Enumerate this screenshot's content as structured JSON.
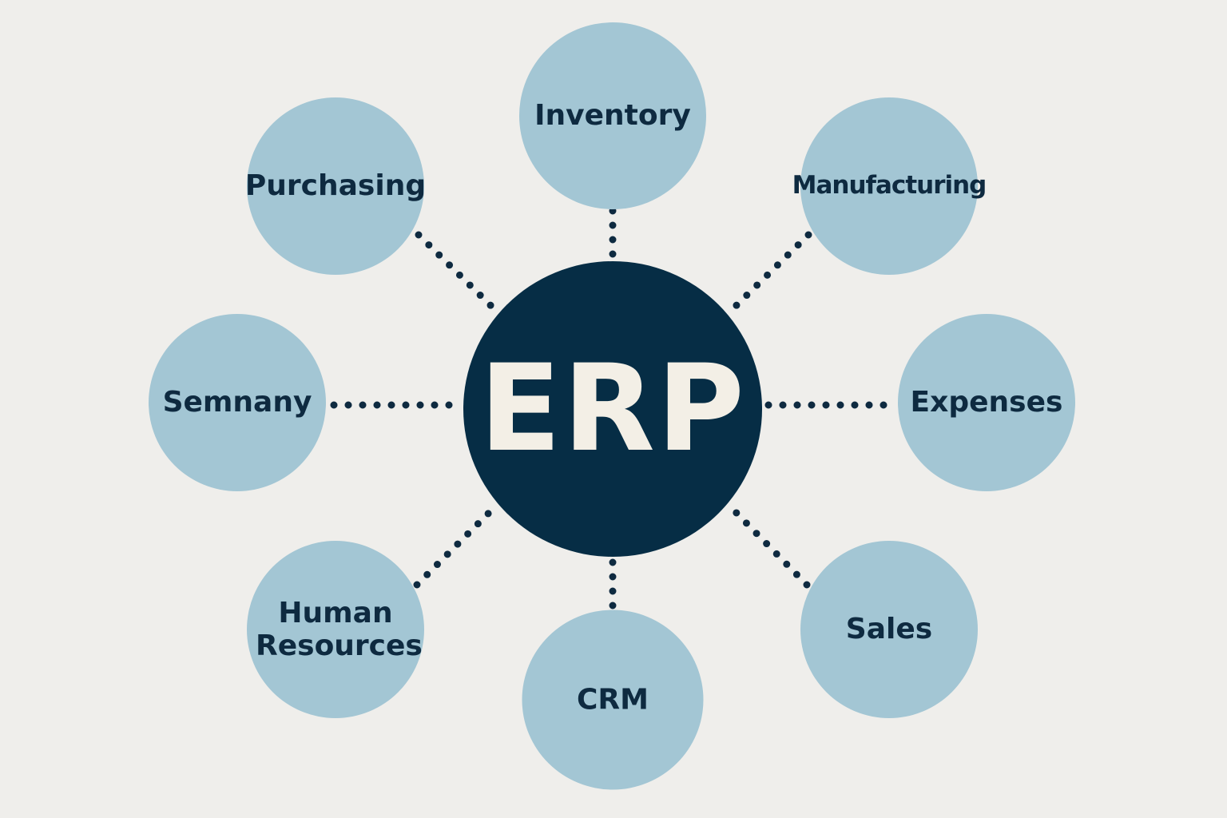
{
  "center": {
    "label": "ERP"
  },
  "modules": [
    {
      "id": "inventory",
      "label": "Inventory"
    },
    {
      "id": "purchasing",
      "label": "Purchasing"
    },
    {
      "id": "manufacturing",
      "label": "Manufacturing"
    },
    {
      "id": "semnany",
      "label": "Semnany"
    },
    {
      "id": "expenses",
      "label": "Expenses"
    },
    {
      "id": "human-resources",
      "label": "Human Resources"
    },
    {
      "id": "crm",
      "label": "CRM"
    },
    {
      "id": "sales",
      "label": "Sales"
    }
  ],
  "colors": {
    "background": "#efeeeb",
    "module": "#a3c6d4",
    "center": "#062d45",
    "text": "#0e2a40",
    "center_text": "#f3efe6"
  }
}
